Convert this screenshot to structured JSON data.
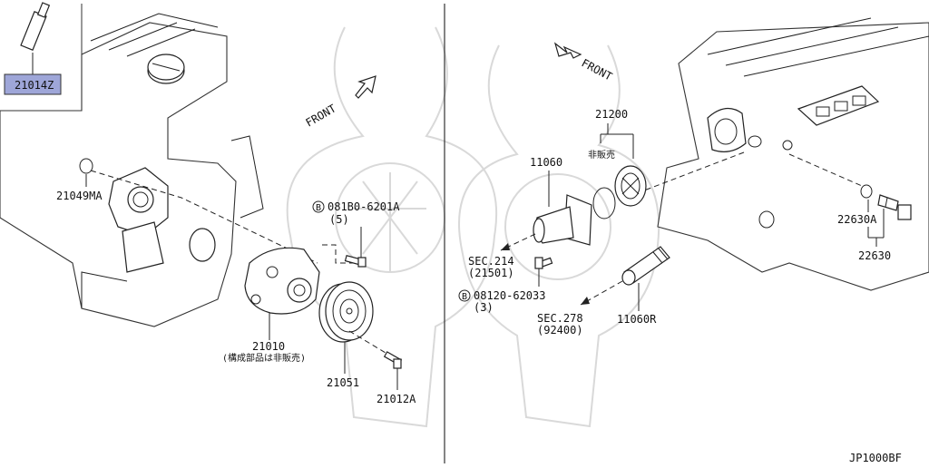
{
  "labels": {
    "kit_part": "21014Z",
    "oring_left": "21049MA",
    "front_left": "FRONT",
    "bolt_left_code": "081B0-6201A",
    "bolt_left_qty": "(5)",
    "bolt_left_prefix": "B",
    "pump": "21010",
    "pump_note": "(構成部品は非販売)",
    "pulley": "21051",
    "bolt_pulley": "21012A",
    "thermostat_assy": "21200",
    "not_sold": "非販売",
    "housing": "11060",
    "front_right": "FRONT",
    "sec214": "SEC.214",
    "sec214_ref": "(21501)",
    "bolt_right_prefix": "B",
    "bolt_right_code": "08120-62033",
    "bolt_right_qty": "(3)",
    "sec278": "SEC.278",
    "sec278_ref": "(92400)",
    "pipe": "11060R",
    "sensor_oring": "22630A",
    "sensor": "22630",
    "diagram_code": "JP1000BF"
  },
  "colors": {
    "highlight": "#9ea6d8",
    "line": "#222222",
    "watermark": "#d9d9d9"
  },
  "icons": {
    "front_arrow": "outline-arrow-icon",
    "section_arrow": "dashed-arrow-icon"
  }
}
